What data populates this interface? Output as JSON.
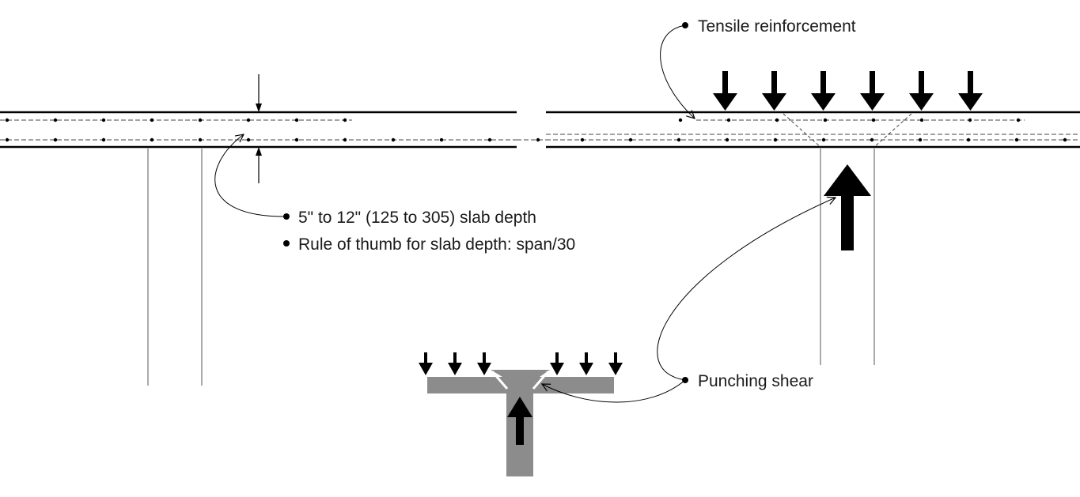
{
  "labels": {
    "tensile": "Tensile reinforcement",
    "slab_depth": "5\" to 12\" (125 to 305) slab depth",
    "rule_of_thumb": "Rule of thumb for slab depth: span/30",
    "punching": "Punching shear"
  },
  "colors": {
    "line": "#000000",
    "thin_line": "#555555",
    "detail_fill": "#8c8c8c",
    "background": "#ffffff"
  }
}
